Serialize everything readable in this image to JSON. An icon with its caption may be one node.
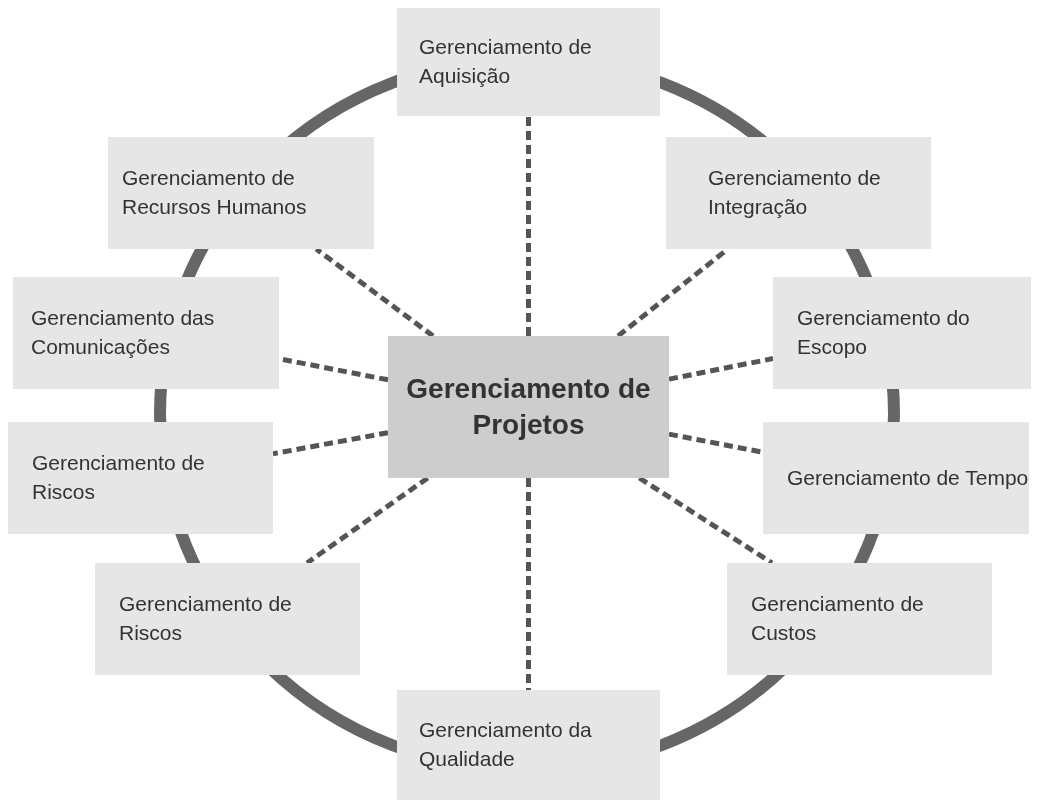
{
  "diagram": {
    "nodes": [
      {
        "text": [
          "Gerenciamento de Projetos"
        ]
      },
      {
        "text": [
          "Gerenciamento de Aquisição"
        ]
      },
      {
        "text": [
          "Gerenciamento de Recursos Humanos"
        ]
      },
      {
        "text": [
          "Gerenciamento de Integração"
        ]
      },
      {
        "text": [
          "Gerenciamento das Comunicações"
        ]
      },
      {
        "text": [
          "Gerenciamento do Escopo"
        ]
      },
      {
        "text": [
          "Gerenciamento de Riscos"
        ]
      },
      {
        "text": [
          "Gerenciamento de Tempo"
        ]
      },
      {
        "text": [
          "Gerenciamento de Riscos"
        ]
      },
      {
        "text": [
          "Gerenciamento de Custos"
        ]
      },
      {
        "text": [
          "Gerenciamento da Qualidade"
        ]
      }
    ],
    "edges": [
      {
        "from": 0,
        "to": 1,
        "arrow": "none",
        "style": "dashed"
      },
      {
        "from": 0,
        "to": 2,
        "arrow": "none",
        "style": "dashed"
      },
      {
        "from": 0,
        "to": 3,
        "arrow": "none",
        "style": "dashed"
      },
      {
        "from": 0,
        "to": 4,
        "arrow": "none",
        "style": "dashed"
      },
      {
        "from": 0,
        "to": 5,
        "arrow": "none",
        "style": "dashed"
      },
      {
        "from": 0,
        "to": 6,
        "arrow": "none",
        "style": "dashed"
      },
      {
        "from": 0,
        "to": 7,
        "arrow": "none",
        "style": "dashed"
      },
      {
        "from": 0,
        "to": 8,
        "arrow": "none",
        "style": "dashed"
      },
      {
        "from": 0,
        "to": 9,
        "arrow": "none",
        "style": "dashed"
      },
      {
        "from": 0,
        "to": 10,
        "arrow": "none",
        "style": "dashed"
      }
    ]
  }
}
